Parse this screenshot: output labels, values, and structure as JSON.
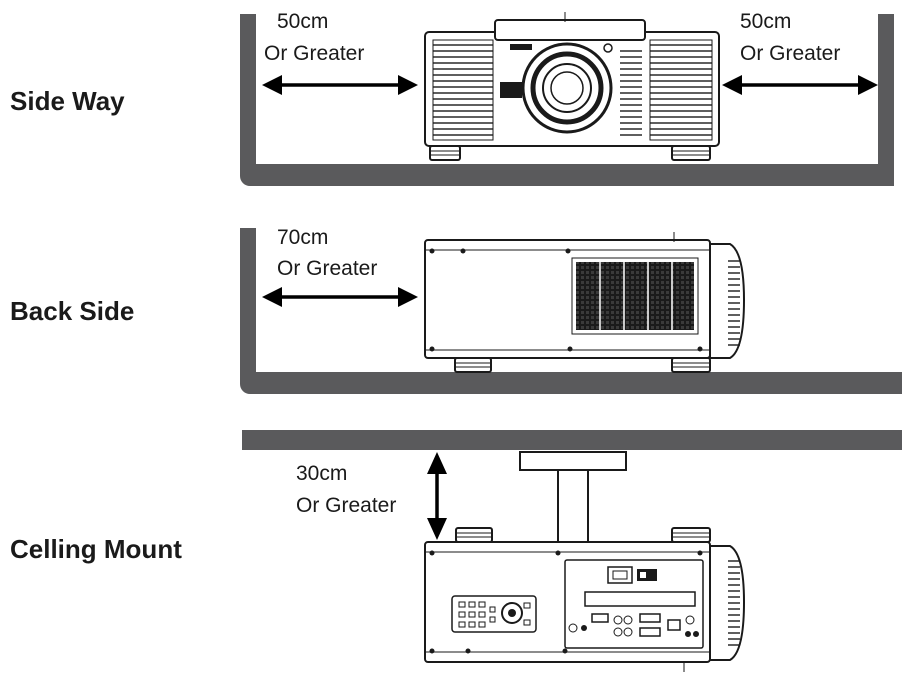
{
  "sections": [
    {
      "id": "side-way",
      "title": "Side Way",
      "clearances": [
        {
          "distance": "50cm",
          "note": "Or Greater"
        },
        {
          "distance": "50cm",
          "note": "Or Greater"
        }
      ]
    },
    {
      "id": "back-side",
      "title": "Back Side",
      "clearances": [
        {
          "distance": "70cm",
          "note": "Or Greater"
        }
      ]
    },
    {
      "id": "ceiling-mount",
      "title": "Celling Mount",
      "clearances": [
        {
          "distance": "30cm",
          "note": "Or Greater"
        }
      ]
    }
  ],
  "colors": {
    "wall": "#5a5a5c",
    "ink": "#1a1a1a",
    "background": "#ffffff"
  },
  "icons": [
    "projector-front-icon",
    "projector-side-icon",
    "projector-rear-icon",
    "ceiling-mount-bracket-icon",
    "double-arrow-icon"
  ]
}
